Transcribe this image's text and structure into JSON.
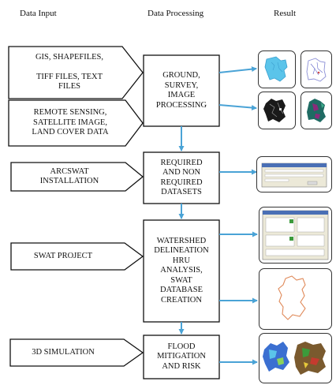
{
  "headers": {
    "input": "Data Input",
    "processing": "Data Processing",
    "result": "Result"
  },
  "inputs": {
    "gis": "GIS, SHAPEFILES,",
    "tiff": "TIFF FILES, TEXT\nFILES",
    "remote": "REMOTE SENSING,\nSATELLITE IMAGE,\nLAND COVER DATA",
    "arcswat": "ARCSWAT\nINSTALLATION",
    "swat_project": "SWAT PROJECT",
    "simulation": "3D SIMULATION"
  },
  "processes": {
    "ground": "GROUND,\nSURVEY,\nIMAGE\nPROCESSING",
    "datasets": "REQUIRED\nAND NON\nREQUIRED\nDATASETS",
    "watershed": "WATERSHED\nDELINEATION\nHRU\nANALYSIS,\nSWAT\nDATABASE\nCREATION",
    "flood": "FLOOD\nMITIGATION\nAND RISK"
  },
  "colors": {
    "arrow": "#4aa3d6",
    "line": "#111111",
    "map_blue": "#5bc4ea",
    "map_dark": "#1a1a1a",
    "map_teal": "#1f6b63",
    "map_purple": "#8a2b7a",
    "boundary_orange": "#e08a5a"
  }
}
